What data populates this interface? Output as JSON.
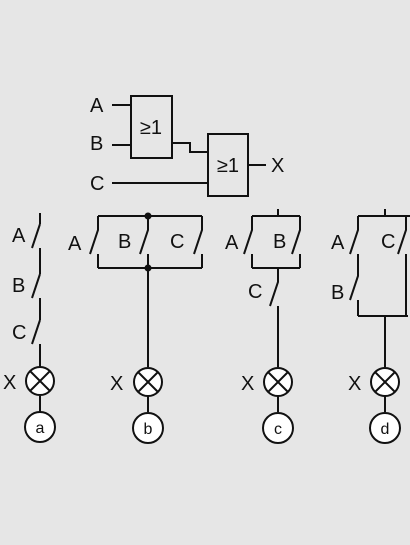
{
  "colors": {
    "background": "#e6e6e6",
    "line": "#111111",
    "lamp_fill": "#ffffff"
  },
  "logic": {
    "inputs": [
      "A",
      "B",
      "C"
    ],
    "gate1_label": "≥1",
    "gate2_label": "≥1",
    "output": "X"
  },
  "circuits": {
    "a": {
      "switches": [
        "A",
        "B",
        "C"
      ],
      "lamp": "X",
      "caption": "a"
    },
    "b": {
      "switches": [
        "A",
        "B",
        "C"
      ],
      "lamp": "X",
      "caption": "b"
    },
    "c": {
      "switches": [
        "A",
        "B",
        "C"
      ],
      "lamp": "X",
      "caption": "c"
    },
    "d": {
      "switches": [
        "A",
        "C",
        "B"
      ],
      "lamp": "X",
      "caption": "d"
    }
  }
}
